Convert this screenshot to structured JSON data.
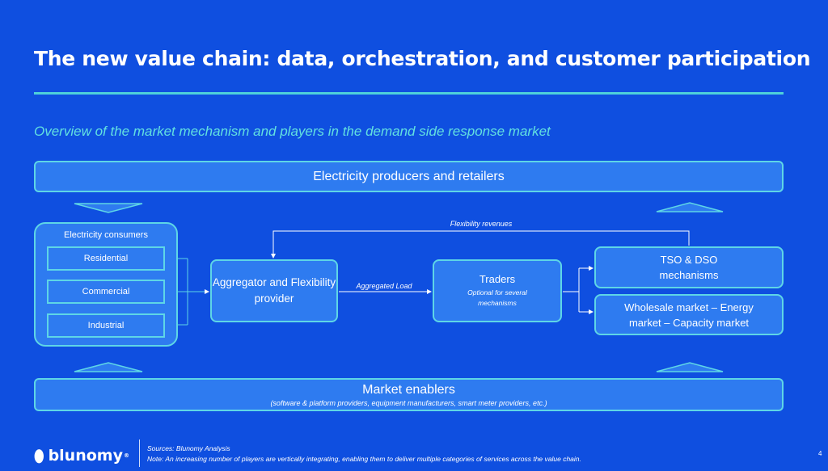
{
  "header": {
    "title": "The new value chain: data, orchestration, and customer participation",
    "subtitle": "Overview of the market mechanism and players in the demand side response market"
  },
  "diagram": {
    "producers": "Electricity producers and retailers",
    "consumers": {
      "title": "Electricity consumers",
      "items": [
        "Residential",
        "Commercial",
        "Industrial"
      ]
    },
    "aggregator": "Aggregator and Flexibility provider",
    "traders": {
      "title": "Traders",
      "note": "Optional for several mechanisms"
    },
    "tso": "TSO & DSO mechanisms",
    "wholesale": "Wholesale market – Energy market – Capacity market",
    "flow_aggregated": "Aggregated Load",
    "flow_revenues": "Flexibility revenues",
    "enablers": {
      "title": "Market enablers",
      "note": "(software & platform providers, equipment manufacturers, smart meter providers, etc.)"
    }
  },
  "footer": {
    "brand": "blunomy",
    "registered": "®",
    "sources": "Sources: Blunomy Analysis",
    "note": "Note: An increasing number of players are vertically integrating, enabling them to deliver multiple categories of services across the value chain.",
    "page": "4"
  },
  "colors": {
    "background": "#0f4fe0",
    "box_fill": "#2e7bf0",
    "accent": "#5ed6e6",
    "subtitle": "#62e0e0"
  }
}
